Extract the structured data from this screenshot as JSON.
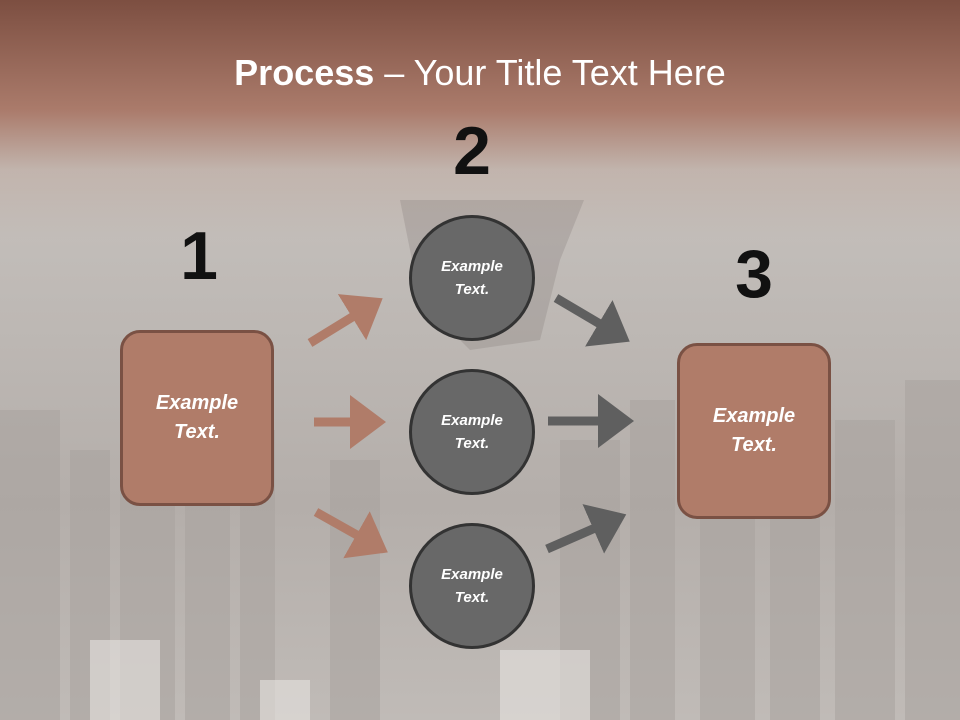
{
  "title": {
    "bold": "Process",
    "rest": " – Your Title Text Here"
  },
  "steps": [
    {
      "number": "1",
      "text": "Example Text."
    },
    {
      "number": "2",
      "texts": [
        "Example Text.",
        "Example Text.",
        "Example Text."
      ]
    },
    {
      "number": "3",
      "text": "Example Text."
    }
  ],
  "colors": {
    "box_fill": "#b07c69",
    "box_border": "#7a5144",
    "circle_fill": "#686868",
    "arrow_left": "#b07c69",
    "arrow_right": "#5f5f5f"
  }
}
